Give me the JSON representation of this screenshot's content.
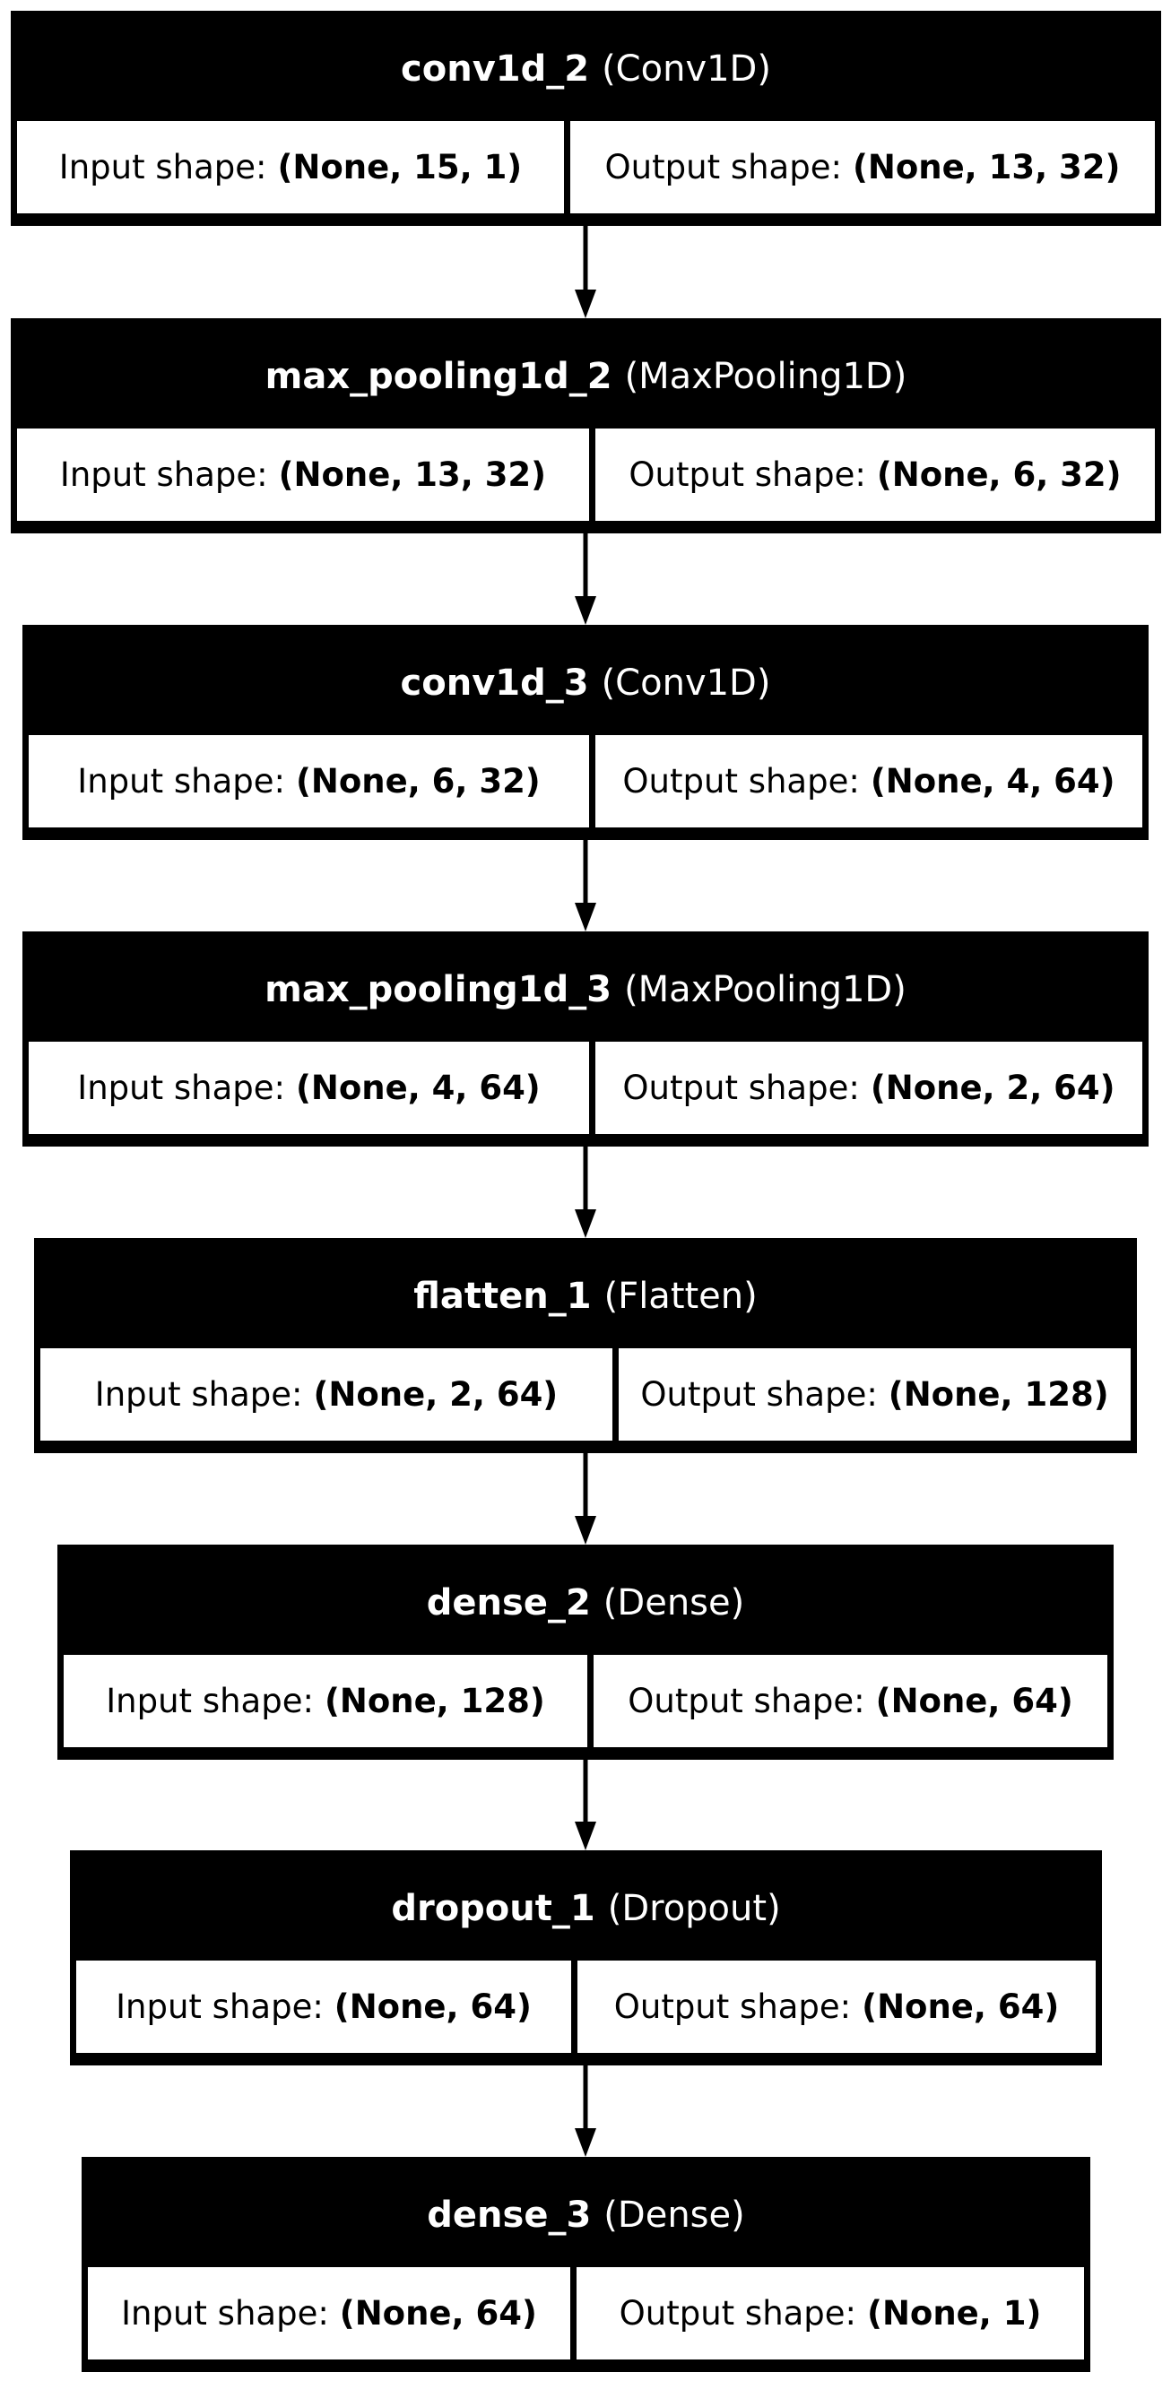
{
  "layers": [
    {
      "name": "conv1d_2",
      "type": "(Conv1D)",
      "input_label": "Input shape:",
      "input_shape": "(None, 15, 1)",
      "output_label": "Output shape:",
      "output_shape": "(None, 13, 32)"
    },
    {
      "name": "max_pooling1d_2",
      "type": "(MaxPooling1D)",
      "input_label": "Input shape:",
      "input_shape": "(None, 13, 32)",
      "output_label": "Output shape:",
      "output_shape": "(None, 6, 32)"
    },
    {
      "name": "conv1d_3",
      "type": "(Conv1D)",
      "input_label": "Input shape:",
      "input_shape": "(None, 6, 32)",
      "output_label": "Output shape:",
      "output_shape": "(None, 4, 64)"
    },
    {
      "name": "max_pooling1d_3",
      "type": "(MaxPooling1D)",
      "input_label": "Input shape:",
      "input_shape": "(None, 4, 64)",
      "output_label": "Output shape:",
      "output_shape": "(None, 2, 64)"
    },
    {
      "name": "flatten_1",
      "type": "(Flatten)",
      "input_label": "Input shape:",
      "input_shape": "(None, 2, 64)",
      "output_label": "Output shape:",
      "output_shape": "(None, 128)"
    },
    {
      "name": "dense_2",
      "type": "(Dense)",
      "input_label": "Input shape:",
      "input_shape": "(None, 128)",
      "output_label": "Output shape:",
      "output_shape": "(None, 64)"
    },
    {
      "name": "dropout_1",
      "type": "(Dropout)",
      "input_label": "Input shape:",
      "input_shape": "(None, 64)",
      "output_label": "Output shape:",
      "output_shape": "(None, 64)"
    },
    {
      "name": "dense_3",
      "type": "(Dense)",
      "input_label": "Input shape:",
      "input_shape": "(None, 64)",
      "output_label": "Output shape:",
      "output_shape": "(None, 1)"
    }
  ],
  "colors": {
    "box_fill": "#000000",
    "cell_fill": "#ffffff",
    "header_text": "#ffffff",
    "edge": "#000000"
  }
}
